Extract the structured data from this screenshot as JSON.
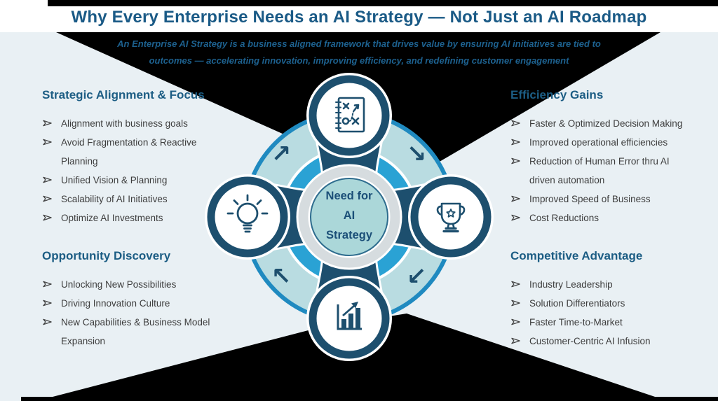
{
  "title": "Why Every Enterprise Needs an AI Strategy — Not Just an AI Roadmap",
  "subtitle": {
    "line1": "An Enterprise AI Strategy is a business aligned framework that drives value by ensuring AI initiatives are tied to",
    "line2": "outcomes — accelerating innovation, improving efficiency, and redefining customer engagement"
  },
  "sections": [
    {
      "id": "strategic-alignment",
      "heading": "Strategic Alignment & Focus",
      "items": [
        "Alignment with business goals",
        "Avoid Fragmentation & Reactive Planning",
        "Unified Vision & Planning",
        "Scalability of AI Initiatives",
        "Optimize AI Investments"
      ]
    },
    {
      "id": "opportunity-discovery",
      "heading": "Opportunity Discovery",
      "items": [
        "Unlocking New Possibilities",
        "Driving Innovation Culture",
        "New Capabilities & Business Model Expansion"
      ]
    },
    {
      "id": "efficiency-gains",
      "heading": "Efficiency Gains",
      "items": [
        "Faster & Optimized Decision Making",
        "Improved operational efficiencies",
        "Reduction of Human Error thru AI driven automation",
        "Improved Speed of Business",
        "Cost Reductions"
      ]
    },
    {
      "id": "competitive-advantage",
      "heading": "Competitive Advantage",
      "items": [
        "Industry Leadership",
        "Solution Differentiators",
        "Faster Time-to-Market",
        "Customer-Centric AI Infusion"
      ]
    }
  ],
  "diagram": {
    "center_label": {
      "line1": "Need for",
      "line2": "AI",
      "line3": "Strategy"
    },
    "arrows": {
      "nw": "↗",
      "ne": "↘",
      "sw": "↖",
      "se": "↙"
    },
    "icons": {
      "top": "strategy-plan-icon",
      "left": "lightbulb-icon",
      "right": "trophy-icon",
      "bottom": "growth-chart-icon"
    }
  },
  "colors": {
    "navy": "#1d4f6e",
    "ring_blue": "#1f8ac0",
    "azure": "#2aa2d4",
    "quadrant_teal": "#b9dce1",
    "center_fill": "#abd7d9",
    "gray_ring": "#d6dcdf",
    "heading_blue": "#1c5d84",
    "title_blue": "#1a5a86",
    "background": "#e9f0f4",
    "artifact_black": "#000000"
  }
}
